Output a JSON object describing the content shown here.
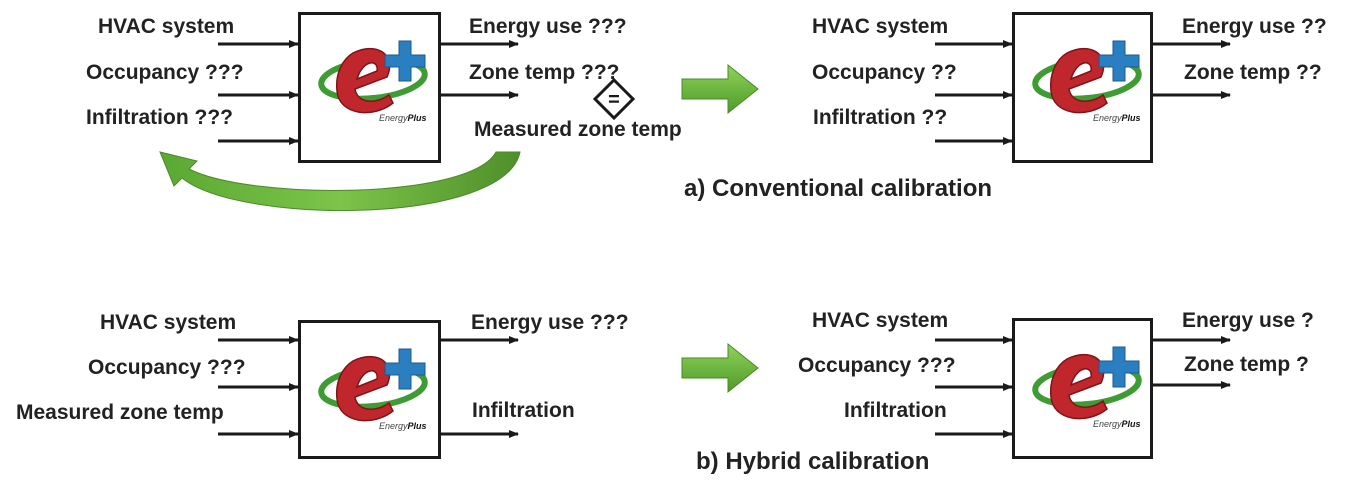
{
  "panel_a": {
    "left_model": {
      "inputs": [
        "HVAC system",
        "Occupancy ???",
        "Infiltration ???"
      ],
      "outputs": [
        "Energy use ???",
        "Zone temp ???"
      ],
      "measured": "Measured zone temp",
      "compare_symbol": "="
    },
    "right_model": {
      "inputs": [
        "HVAC system",
        "Occupancy ??",
        "Infiltration ??"
      ],
      "outputs": [
        "Energy use ??",
        "Zone temp ??"
      ]
    },
    "caption": "a) Conventional calibration"
  },
  "panel_b": {
    "left_model": {
      "inputs": [
        "HVAC system",
        "Occupancy ???",
        "Measured zone temp"
      ],
      "outputs": [
        "Energy use ???",
        "Infiltration"
      ]
    },
    "right_model": {
      "inputs": [
        "HVAC system",
        "Occupancy ???",
        "Infiltration"
      ],
      "outputs": [
        "Energy use ?",
        "Zone temp ?"
      ]
    },
    "caption": "b) Hybrid calibration"
  },
  "logo": {
    "name": "energyplus-logo",
    "text_energy": "Energy",
    "text_plus": "Plus"
  },
  "colors": {
    "arrow_green": "#6db33f",
    "logo_red": "#c0272d",
    "logo_blue": "#2a7fc1",
    "logo_swoosh": "#3f9c35",
    "stroke": "#1a1a1a"
  }
}
